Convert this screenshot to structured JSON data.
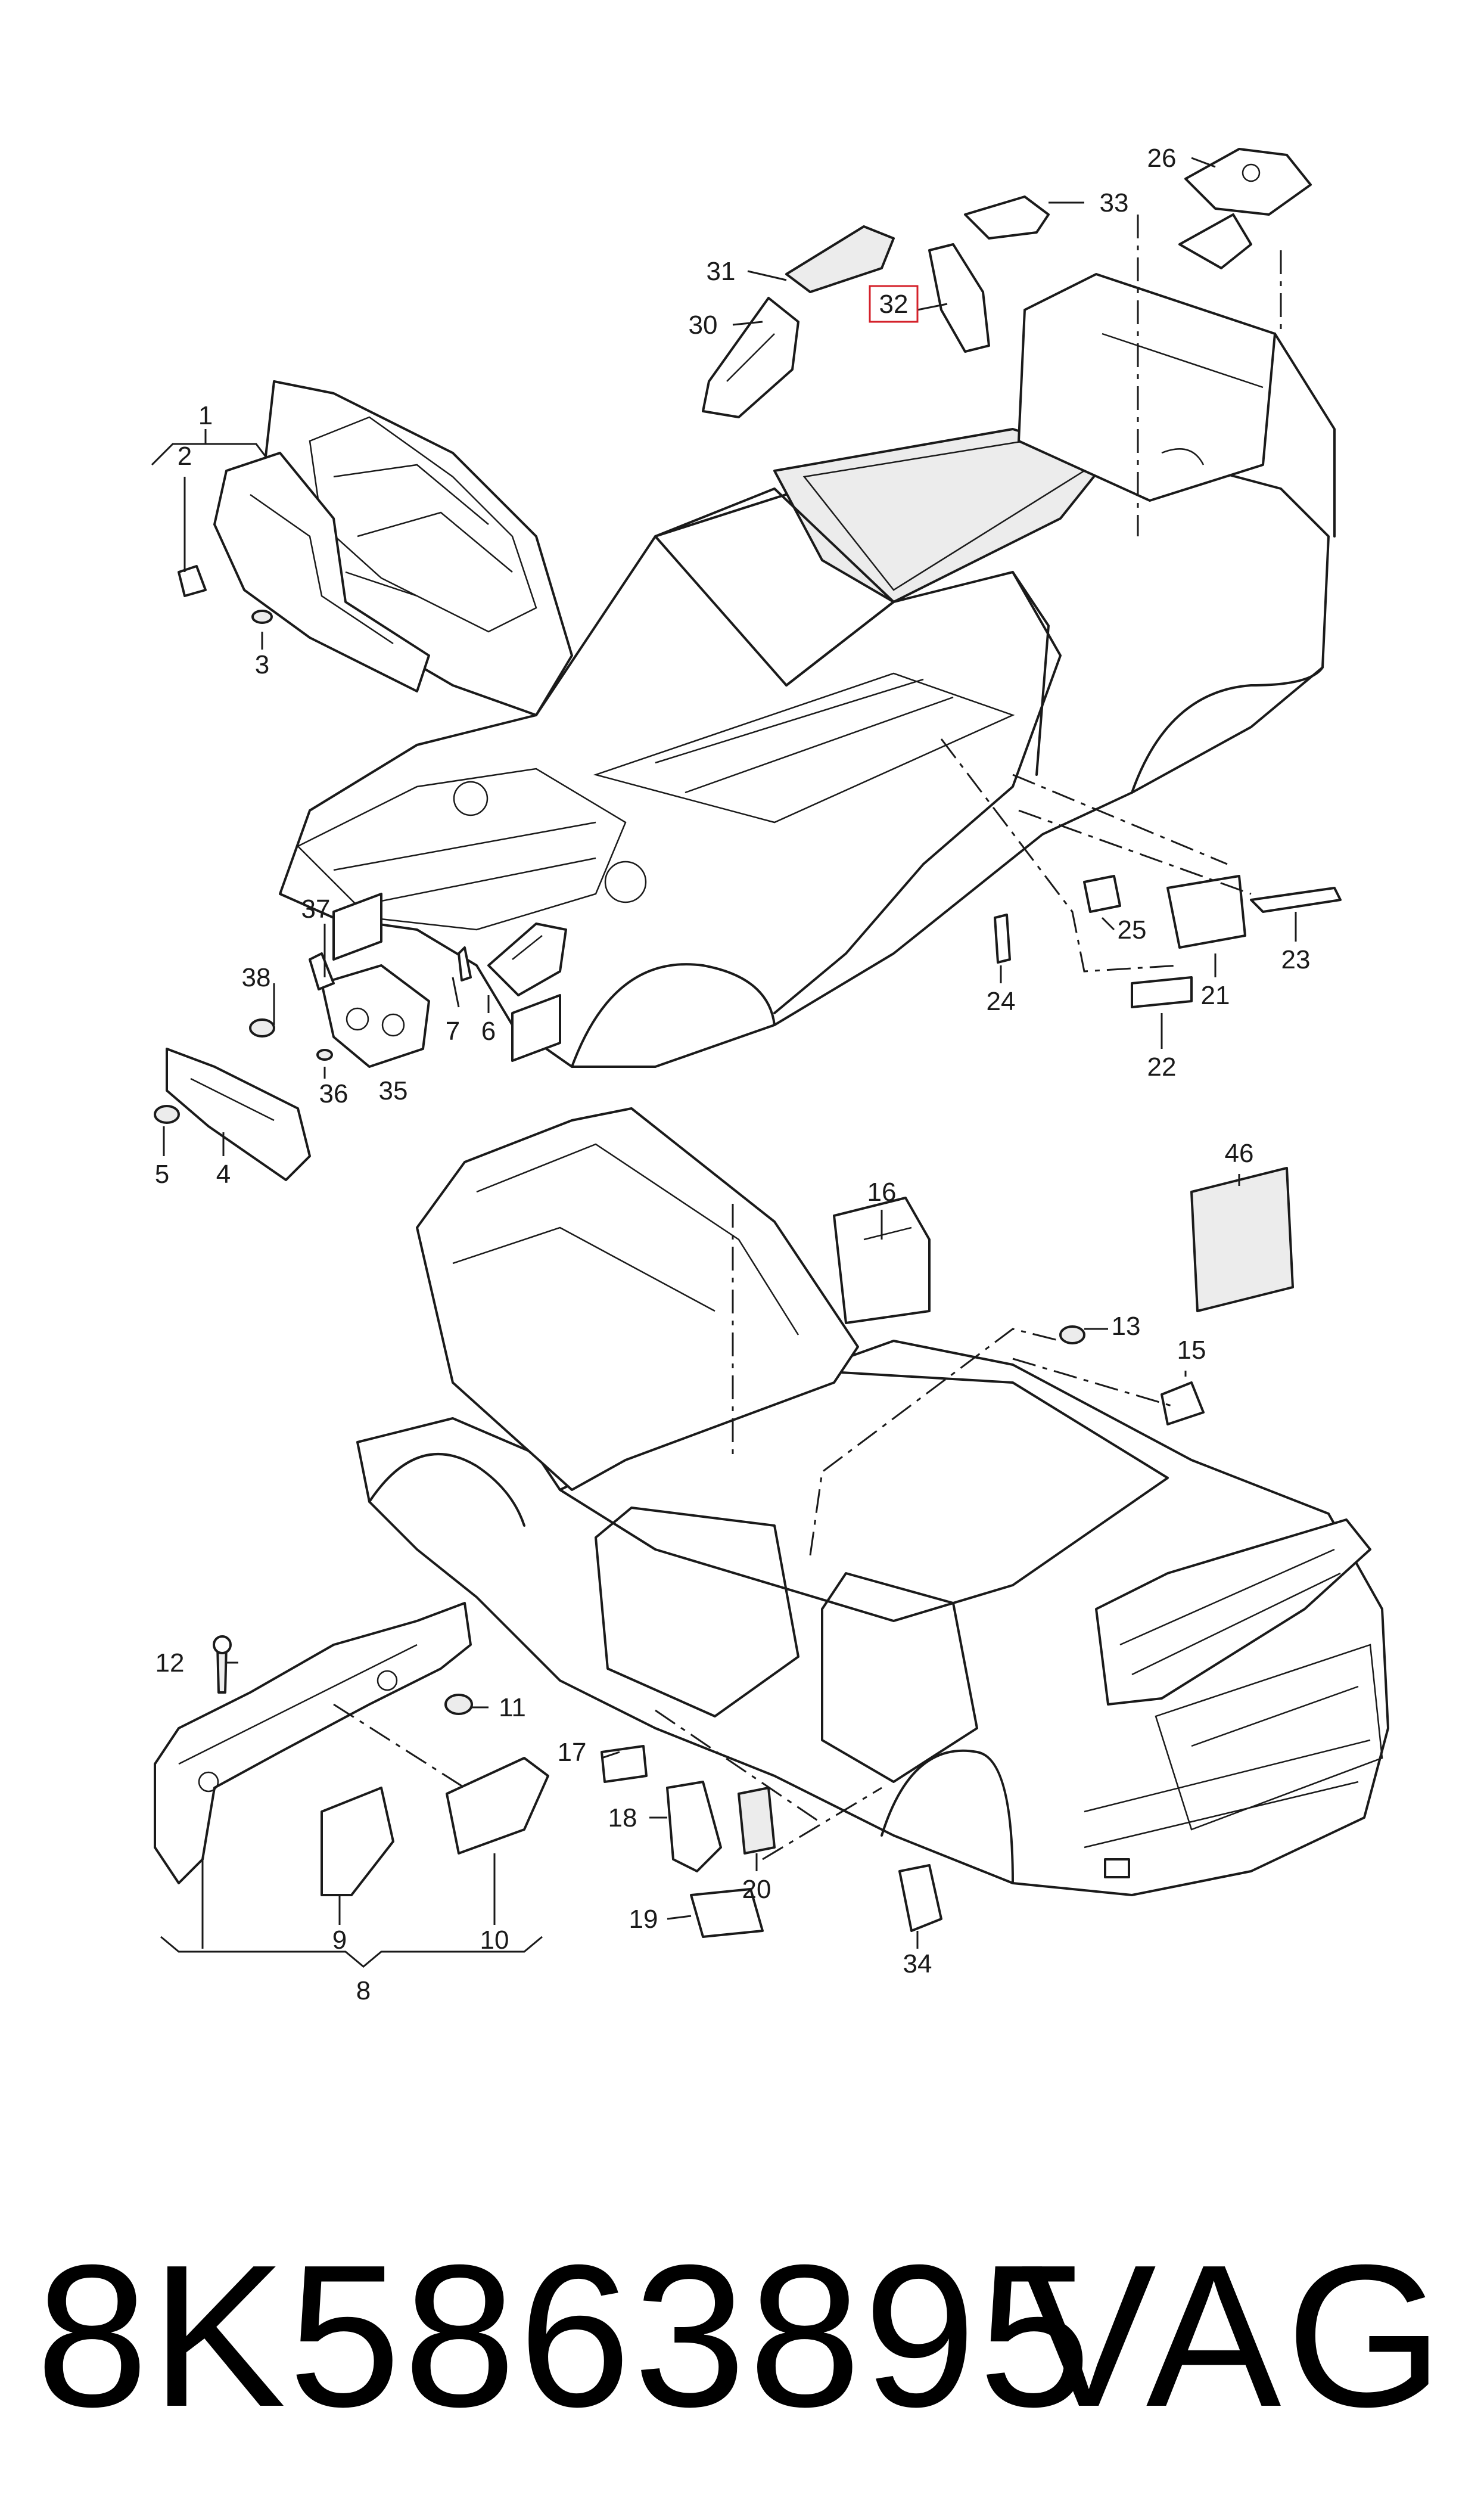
{
  "diagram": {
    "callouts": [
      "1",
      "2",
      "3",
      "4",
      "5",
      "6",
      "7",
      "8",
      "9",
      "10",
      "11",
      "12",
      "13",
      "15",
      "16",
      "17",
      "18",
      "19",
      "20",
      "21",
      "22",
      "23",
      "24",
      "25",
      "26",
      "30",
      "31",
      "32",
      "33",
      "34",
      "35",
      "36",
      "37",
      "38",
      "46"
    ],
    "highlighted_callout": "32",
    "highlight_color": "#d4212a",
    "line_color": "#1a1a1a"
  },
  "footer": {
    "part_number": "8K5863895",
    "brand": "VAG"
  }
}
